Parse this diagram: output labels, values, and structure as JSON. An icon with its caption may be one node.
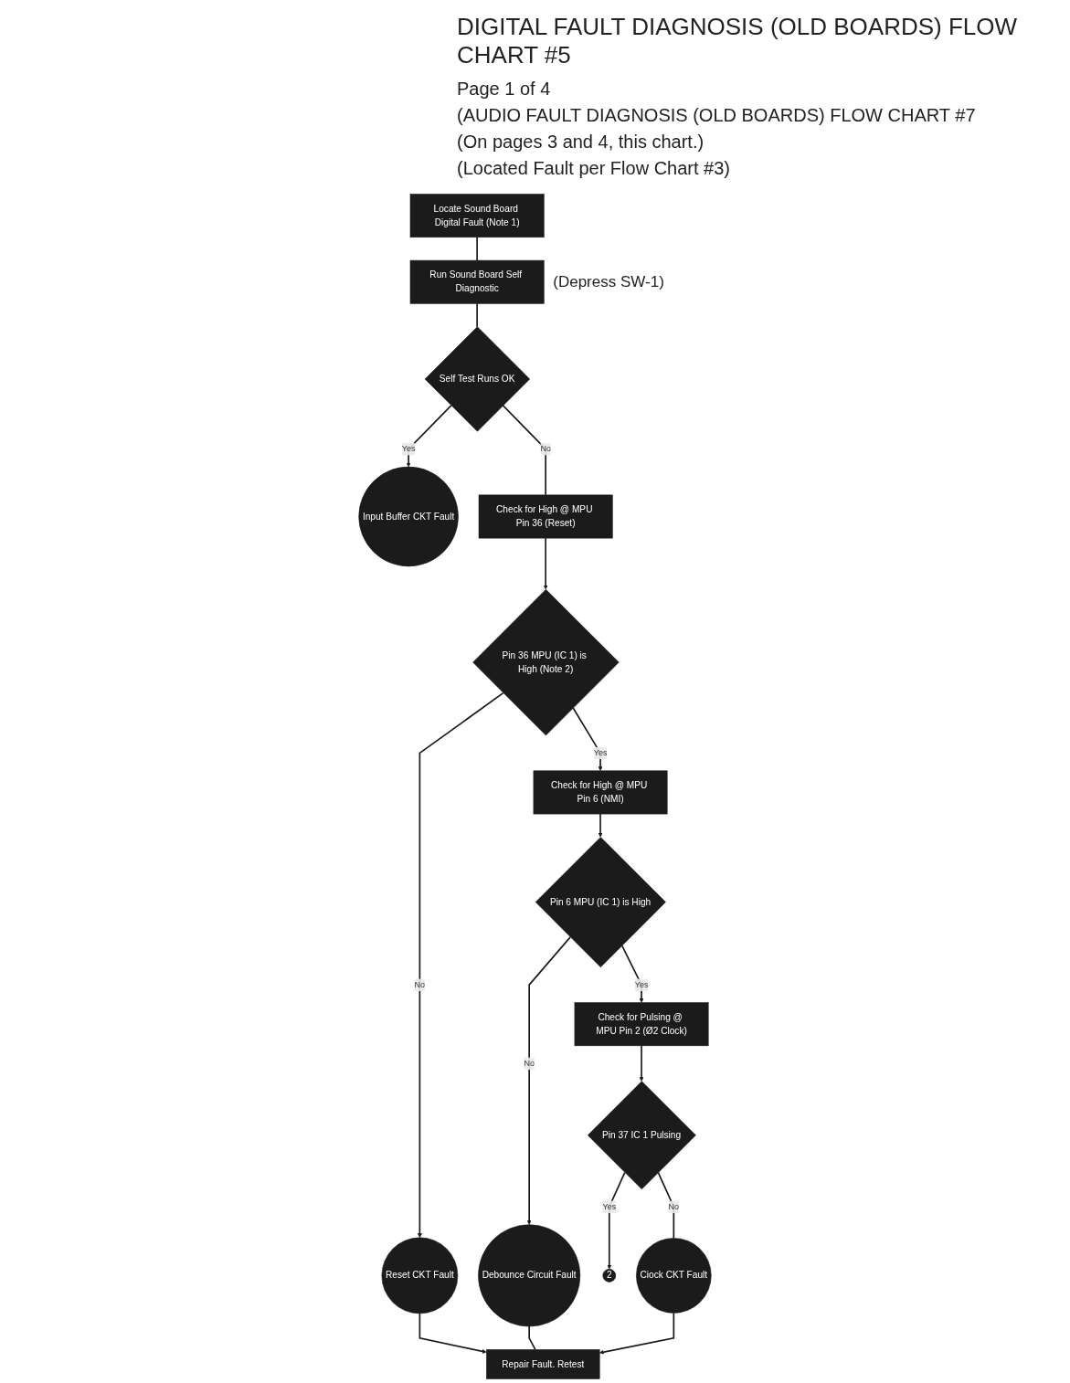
{
  "diagram": {
    "title": "DIGITAL FAULT DIAGNOSIS (OLD BOARDS) FLOW CHART #5",
    "nodes": [
      {
        "text": [
          "Locate Sound Board Digital Fault (Note 1)"
        ]
      },
      {
        "text": [
          "Run Sound Board Self Diagnostic"
        ],
        "beside": [
          "(Depress SW-1)"
        ]
      },
      {
        "text": [
          "Self Test Runs OK"
        ]
      },
      {
        "text": [
          "Input Buffer CKT Fault"
        ]
      },
      {
        "text": [
          "Check for High @ MPU Pin 36 (Reset)"
        ]
      },
      {
        "text": [
          "Pin 36 MPU (IC 1) is High (Note 2)"
        ]
      },
      {
        "text": [
          "Check for High @ MPU Pin 6 (NMI)"
        ]
      },
      {
        "text": [
          "Reset CKT Fault"
        ]
      },
      {
        "text": [
          "Pin 6 MPU (IC 1) is High"
        ]
      },
      {
        "text": [
          "Check for Pulsing @ MPU Pin 2 (Ø2 Clock)"
        ]
      },
      {
        "text": [
          "Debounce Circuit Fault"
        ]
      },
      {
        "text": [
          "Pin 37 IC 1 Pulsing"
        ]
      },
      {
        "text": [
          "2"
        ]
      },
      {
        "text": [
          "Ciock CKT Fault"
        ]
      },
      {
        "text": [
          "Repair Fault. Retest"
        ]
      }
    ],
    "edges": [
      {
        "from": 0,
        "to": 1,
        "arrow": "none"
      },
      {
        "from": 1,
        "to": 2,
        "arrow": "none"
      },
      {
        "from": 2,
        "to": 3,
        "arrow": "to",
        "label": "Yes"
      },
      {
        "from": 2,
        "to": 4,
        "arrow": "none",
        "label": "No"
      },
      {
        "from": 4,
        "to": 5,
        "arrow": "to"
      },
      {
        "from": 5,
        "to": 6,
        "arrow": "to",
        "label": "Yes"
      },
      {
        "from": 5,
        "to": 7,
        "arrow": "to",
        "label": "No"
      },
      {
        "from": 6,
        "to": 8,
        "arrow": "to"
      },
      {
        "from": 8,
        "to": 9,
        "arrow": "to",
        "label": "Yes"
      },
      {
        "from": 8,
        "to": 10,
        "arrow": "to",
        "label": "No"
      },
      {
        "from": 9,
        "to": 11,
        "arrow": "to"
      },
      {
        "from": 11,
        "to": 12,
        "arrow": "to",
        "label": "Yes"
      },
      {
        "from": 11,
        "to": 13,
        "arrow": "none",
        "label": "No"
      },
      {
        "from": 7,
        "to": 14,
        "arrow": "to"
      },
      {
        "from": 10,
        "to": 14,
        "arrow": "none"
      },
      {
        "from": 13,
        "to": 14,
        "arrow": "to"
      }
    ],
    "labels": [
      "Page 1 of 4",
      "(AUDIO FAULT DIAGNOSIS (OLD BOARDS) FLOW CHART #7",
      "(On pages 3 and 4, this chart.)",
      "(Located Fault per Flow Chart #3)"
    ]
  }
}
